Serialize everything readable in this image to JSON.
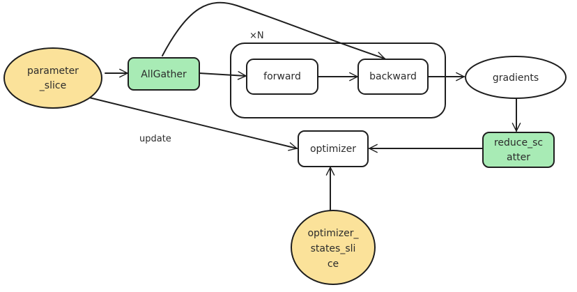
{
  "diagram": {
    "colors": {
      "yellow_fill": "#fbe29a",
      "green_fill": "#a8ebb5",
      "white_fill": "#ffffff",
      "stroke": "#1e1e1e"
    },
    "nodes": {
      "parameter_slice": {
        "lines": [
          "parameter",
          "_slice"
        ],
        "shape": "ellipse",
        "fill": "yellow"
      },
      "allgather": {
        "lines": [
          "AllGather"
        ],
        "shape": "rounded-rect",
        "fill": "green"
      },
      "loop_group": {
        "label": "×N",
        "shape": "rounded-rect-container"
      },
      "forward": {
        "lines": [
          "forward"
        ],
        "shape": "rounded-rect",
        "fill": "white"
      },
      "backward": {
        "lines": [
          "backward"
        ],
        "shape": "rounded-rect",
        "fill": "white"
      },
      "gradients": {
        "lines": [
          "gradients"
        ],
        "shape": "ellipse",
        "fill": "white"
      },
      "reduce_scatter": {
        "lines": [
          "reduce_sc",
          "atter"
        ],
        "shape": "rounded-rect",
        "fill": "green"
      },
      "optimizer": {
        "lines": [
          "optimizer"
        ],
        "shape": "rounded-rect",
        "fill": "white"
      },
      "optimizer_states_slice": {
        "lines": [
          "optimizer_",
          "states_sli",
          "ce"
        ],
        "shape": "ellipse",
        "fill": "yellow"
      }
    },
    "edges": [
      {
        "from": "parameter_slice",
        "to": "allgather"
      },
      {
        "from": "allgather",
        "to": "forward"
      },
      {
        "from": "allgather",
        "to": "backward",
        "curved": true
      },
      {
        "from": "forward",
        "to": "backward"
      },
      {
        "from": "backward",
        "to": "gradients"
      },
      {
        "from": "gradients",
        "to": "reduce_scatter"
      },
      {
        "from": "reduce_scatter",
        "to": "optimizer"
      },
      {
        "from": "optimizer_states_slice",
        "to": "optimizer"
      },
      {
        "from": "parameter_slice",
        "to": "optimizer",
        "label": "update"
      }
    ]
  }
}
